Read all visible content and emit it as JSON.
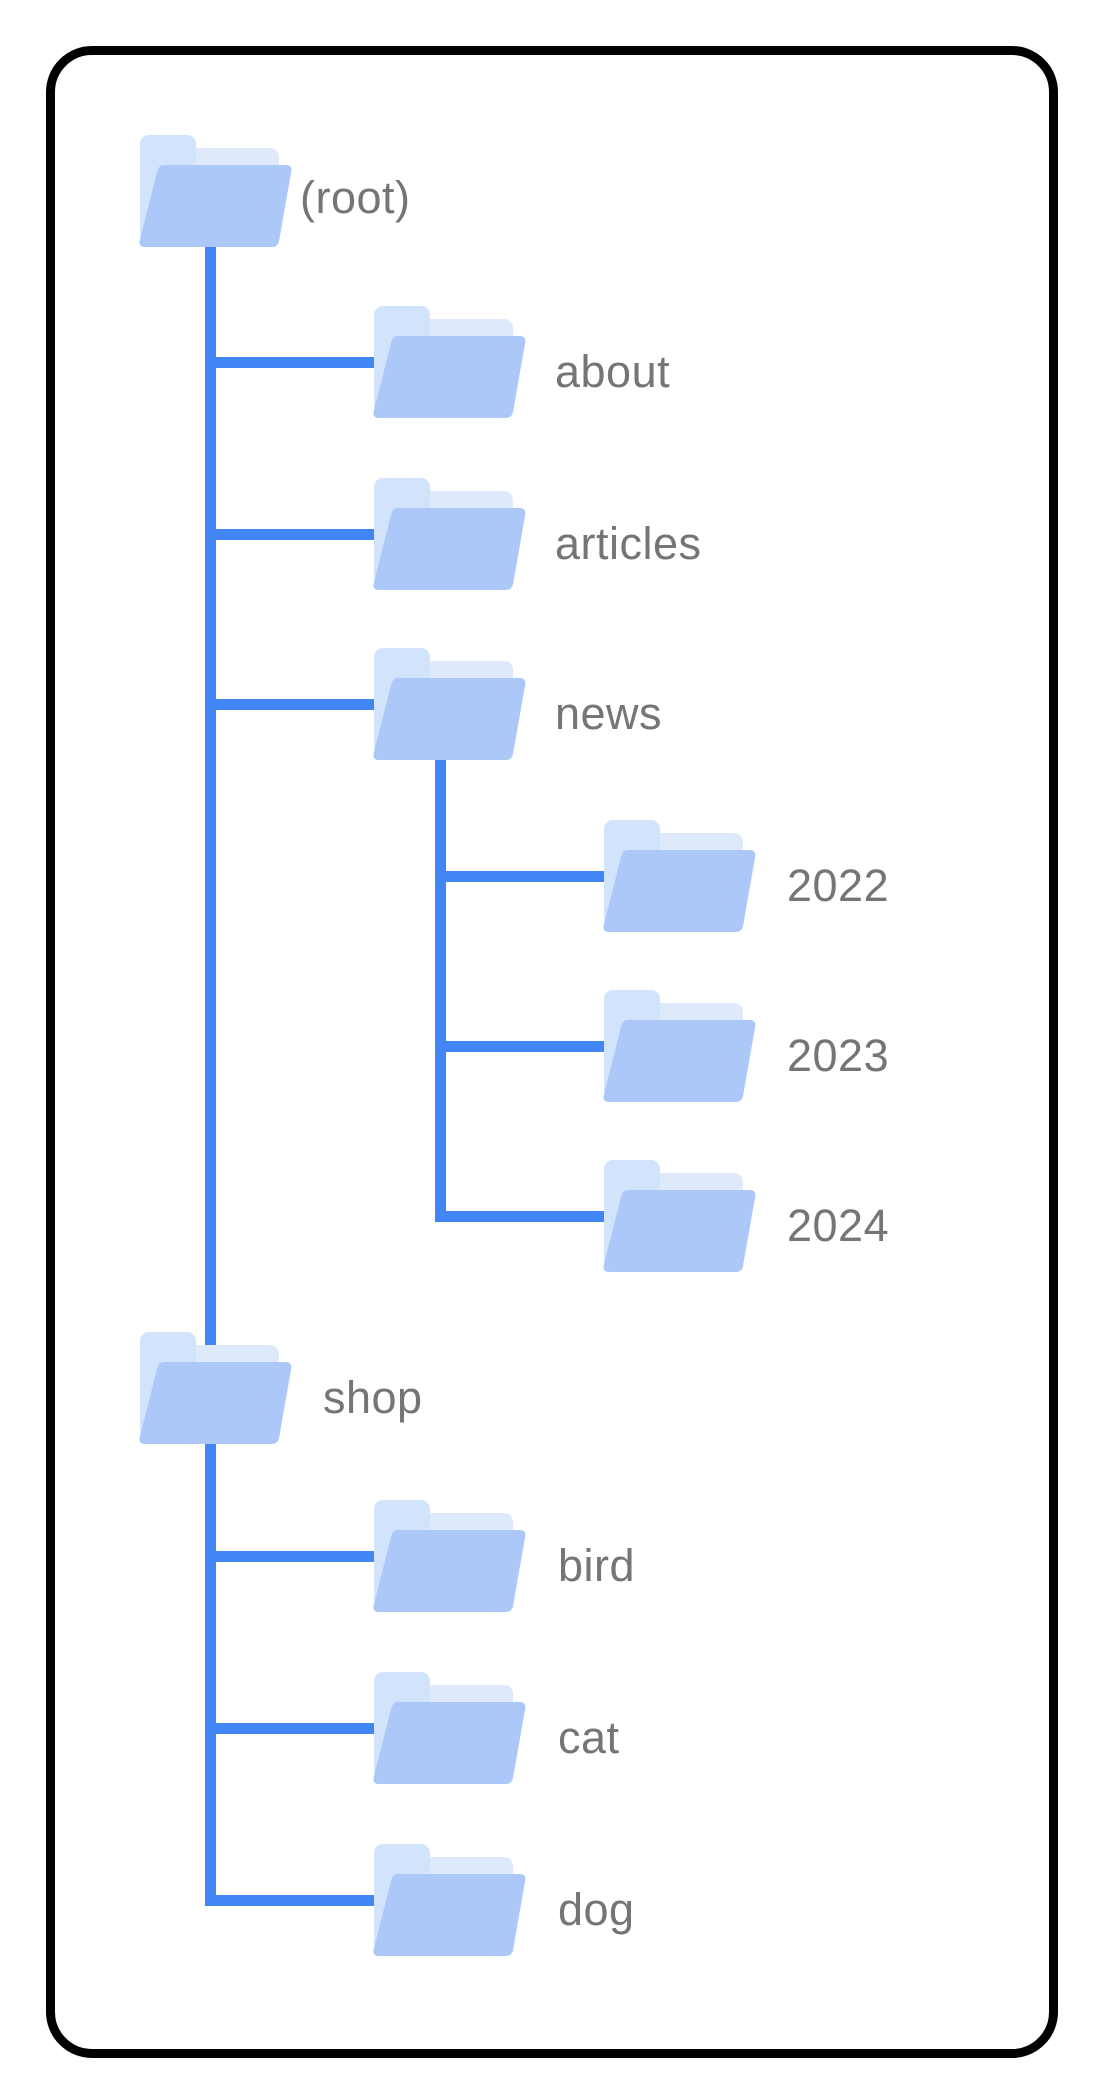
{
  "diagram": {
    "type": "site-folder-tree",
    "nodes": {
      "root": "(root)",
      "about": "about",
      "articles": "articles",
      "news": "news",
      "y2022": "2022",
      "y2023": "2023",
      "y2024": "2024",
      "shop": "shop",
      "bird": "bird",
      "cat": "cat",
      "dog": "dog"
    },
    "hierarchy": {
      "root": [
        "about",
        "articles",
        "news",
        "shop"
      ],
      "news": [
        "2022",
        "2023",
        "2024"
      ],
      "shop": [
        "bird",
        "cat",
        "dog"
      ]
    },
    "colors": {
      "connector_line": "#4285F4",
      "folder_front": "#ABC8F9",
      "folder_tab": "#D2E3FC",
      "folder_back": "#DFE9FC",
      "label_text": "#757575",
      "frame_border": "#000000",
      "background": "#FFFFFF"
    }
  }
}
